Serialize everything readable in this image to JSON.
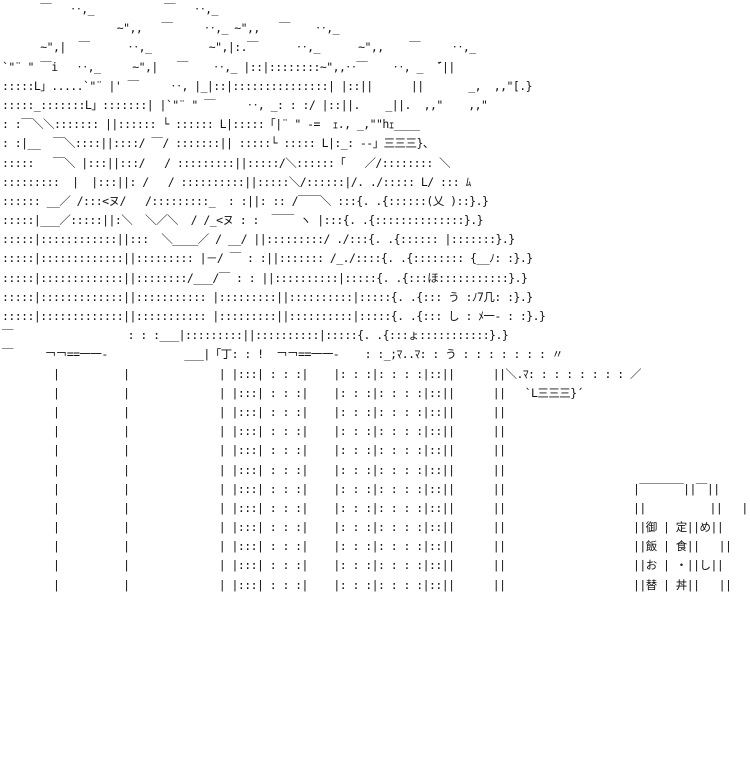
{
  "art_lines": [
    "      ￣   ‥,_           ￣   ‥,_",
    "                  ~\",,   ￣     ‥,_ ~\",,   ￣    ‥,_",
    "      ~\",|  ￣      ‥,_         ~\",|:.￣      ‥,_      ~\",,    ￣     ‥,_",
    "`\"¨ \" ￣i   ‥,_     ~\",|   ￣    ‥,_ |::|::::::::~\",,‥￣    ‥, _  ̄´||",
    ":::::L」.....`\"¨ |' ￣     ‥, |_|::|:::::::::::::::| |::||      ||       _,  ,,\"[.}",
    ":::::_:::::::L」:::::::| |`\"¨ \" ￣     ‥, _: : :/ |::||.    _||.  ,,\"    ,,\"",
    ": :￣＼＼::::::: ||:::::: └ :::::: L|:::::「|¨ \" -=  ｪ., _,\"\"hｪ____",
    ": :|__  ￣＼::::||::::/ ￣/ :::::::|| :::::└ ::::: L|:_: --」三三三}、",
    ":::::   ￣＼ |:::||:::/   / :::::::::||:::::/＼::::::「   ／/:::::::: ＼",
    ":::::::::  |  |:::||: /   / ::::::::::||:::::＼/::::::|/. ./::::: L/ ::: ﾑ",
    ":::::: __／ /:::<ヌ/   /:::::::::_  : :||: :: /￣￣＼ :::{. .{::::::(乂 )::}.}",
    ":::::|___／:::::||:＼  ＼／＼  / /_<ヌ : :  ￣￣ ヽ |:::{. .{::::::::::::::}.}",
    ":::::|::::::::::::||:::  ＼____／ / __/ ||:::::::::/ ./:::{. .{:::::: |:::::::}.}",
    ":::::|:::::::::::::||::::::::: |－/ ￣ : :||::::::: /_./::::{. .{:::::::: {__ﾉ: :}.}",
    ":::::|:::::::::::::||::::::::/___/￣ : : ||::::::::::|:::::{. .{:::ほ:::::::::::}.}",
    ":::::|:::::::::::::||::::::::::: |:::::::::||::::::::::|:::::{. .{::: う :ﾉ7几: :}.}",
    ":::::|:::::::::::::||::::::::::: |:::::::::||::::::::::|:::::{. .{::: し : ﾒ一- : :}.}",
    "￣                  : : :___|:::::::::||::::::::::|:::::{. .{:::ょ:::::::::::}.}",
    "￣     ￢￢==一一-            ___|「丁: : !  ￢￢==一一-    : :_;ﾏ..ﾏ: : う : : : : : : : 〃",
    "        |          |              | |:::| : : :|    |: : :|: : : :|::||      ||＼.ﾏ: : : : : : : : ／",
    "        |          |              | |:::| : : :|    |: : :|: : : :|::||      ||   `L三三三}´",
    "        |          |              | |:::| : : :|    |: : :|: : : :|::||      ||",
    "        |          |              | |:::| : : :|    |: : :|: : : :|::||      ||",
    "        |          |              | |:::| : : :|    |: : :|: : : :|::||      ||",
    "        |          |              | |:::| : : :|    |: : :|: : : :|::||      ||",
    "        |          |              | |:::| : : :|    |: : :|: : : :|::||      ||                    |￣￣￣￣||￣||",
    "        |          |              | |:::| : : :|    |: : :|: : : :|::||      ||                    ||          ||   ||",
    "        |          |              | |:::| : : :|    |: : :|: : : :|::||      ||                    ||御 | 定||め||",
    "        |          |              | |:::| : : :|    |: : :|: : : :|::||      ||                    ||飯 | 食||   ||",
    "        |          |              | |:::| : : :|    |: : :|: : : :|::||      ||                    ||お | ・||し||",
    "        |          |              | |:::| : : :|    |: : :|: : : :|::||      ||                    ||替 | 丼||   ||"
  ]
}
